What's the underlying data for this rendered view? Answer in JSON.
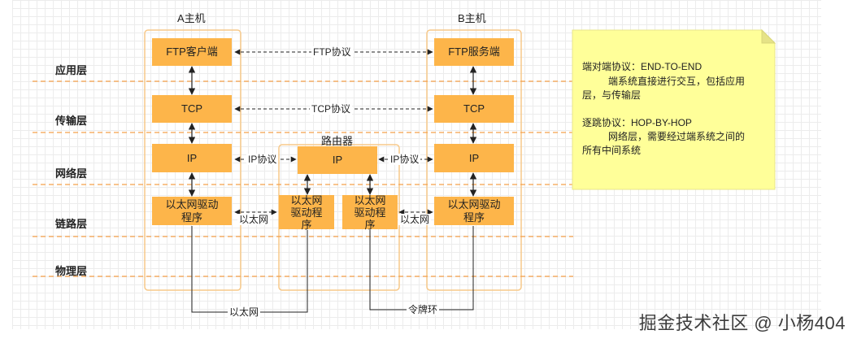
{
  "hosts": {
    "a_title": "A主机",
    "b_title": "B主机",
    "router_title": "路由器"
  },
  "layers": [
    "应用层",
    "传输层",
    "网络层",
    "链路层",
    "物理层"
  ],
  "a_stack": {
    "ftp": "FTP客户端",
    "tcp": "TCP",
    "ip": "IP",
    "eth_line1": "以太网驱动",
    "eth_line2": "程序"
  },
  "b_stack": {
    "ftp": "FTP服务端",
    "tcp": "TCP",
    "ip": "IP",
    "eth_line1": "以太网驱动",
    "eth_line2": "程序"
  },
  "router": {
    "ip": "IP",
    "eth1_l1": "以太网",
    "eth1_l2": "驱动程",
    "eth1_l3": "序",
    "eth2_l1": "以太网",
    "eth2_l2": "驱动程",
    "eth2_l3": "序"
  },
  "edges": {
    "ftp_protocol": "FTP协议",
    "tcp_protocol": "TCP协议",
    "ip_protocol_left": "IP协议",
    "ip_protocol_right": "IP协议",
    "ethernet_left": "以太网",
    "ethernet_right": "以太网",
    "bottom_ethernet": "以太网",
    "bottom_token_ring": "令牌环"
  },
  "note": {
    "e2e_title": "端对端协议：END-TO-END",
    "e2e_line1": "端系统直接进行交互，包括应用",
    "e2e_line2": "层，与传输层",
    "hbh_title": "逐跳协议：HOP-BY-HOP",
    "hbh_line1": "网络层，需要经过端系统之间的",
    "hbh_line2": "所有中间系统"
  },
  "watermark": "掘金技术社区 @ 小杨404",
  "colors": {
    "box_fill": "#fdb54a",
    "container_border": "#f7c98a",
    "layer_divider": "#f5a04a",
    "note_fill": "#ffff99"
  }
}
